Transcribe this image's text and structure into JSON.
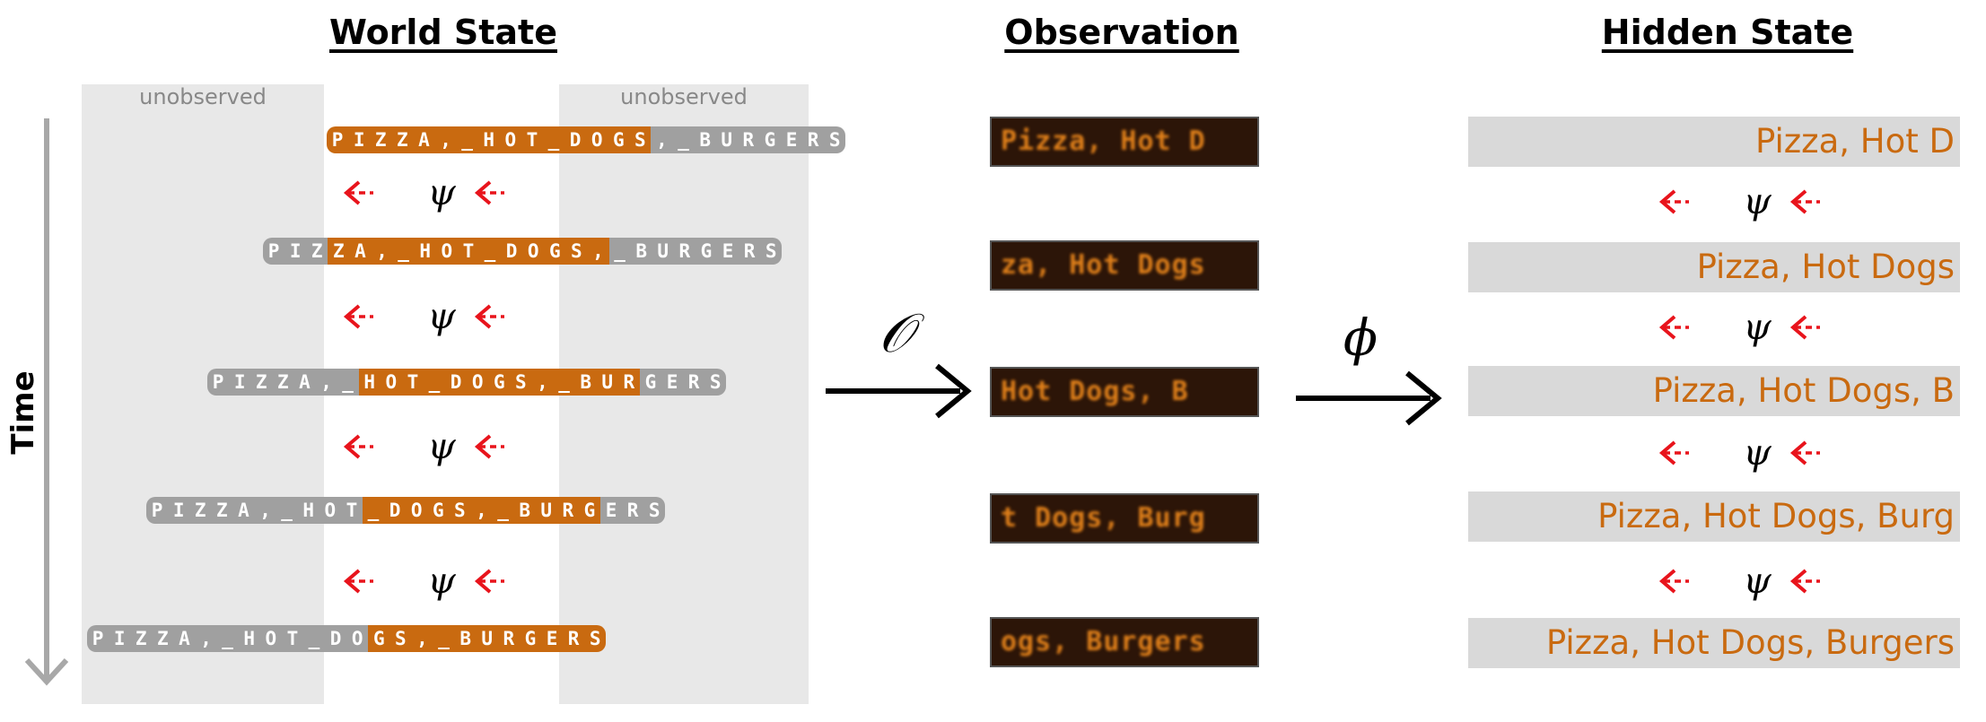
{
  "headings": {
    "world_state": "World State",
    "observation": "Observation",
    "hidden_state": "Hidden State"
  },
  "unobserved_label": "unobserved",
  "time_label": "Time",
  "psi_symbol": "ψ",
  "phi_symbol": "ϕ",
  "observation_op_symbol": "𝒪",
  "colors": {
    "orange": "#c96a10",
    "gray_cell": "#a0a0a0",
    "red_arrow": "#e8141c",
    "unobserved_bg": "#e8e8e8",
    "hidden_bg": "#d9d9d9",
    "obs_bg": "#2c1508"
  },
  "tapes": [
    {
      "text": "PIZZA,_HOT_DOGS,_BURGERS",
      "observed_start": 0,
      "observed_end": 15
    },
    {
      "text": "PIZZA,_HOT_DOGS,_BURGERS",
      "observed_start": 3,
      "observed_end": 16
    },
    {
      "text": "PIZZA,_HOT_DOGS,_BURGERS",
      "observed_start": 7,
      "observed_end": 20
    },
    {
      "text": "PIZZA,_HOT_DOGS,_BURGERS",
      "observed_start": 10,
      "observed_end": 21
    },
    {
      "text": "PIZZA,_HOT_DOGS,_BURGERS",
      "observed_start": 13,
      "observed_end": 24
    }
  ],
  "observations": [
    "Pizza, Hot D",
    "za, Hot Dogs",
    "Hot Dogs, B",
    "t Dogs, Burg",
    "ogs, Burgers"
  ],
  "hidden_states": [
    "Pizza, Hot D",
    "Pizza, Hot Dogs",
    "Pizza, Hot Dogs, B",
    "Pizza, Hot Dogs, Burg",
    "Pizza, Hot Dogs, Burgers"
  ]
}
